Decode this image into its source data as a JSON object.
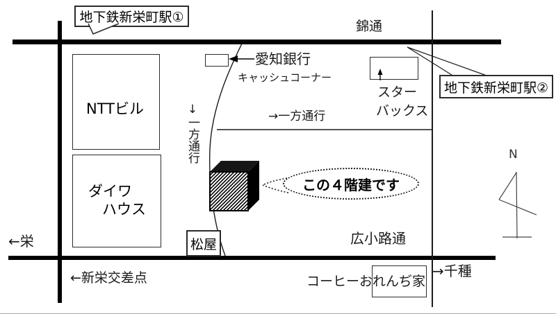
{
  "labels": {
    "station1": "地下鉄新栄町駅①",
    "station2": "地下鉄新栄町駅②",
    "nishiki_street": "錦通",
    "hirokoji_street": "広小路通",
    "aichi_bank": "愛知銀行",
    "cash_corner": "キャッシュコーナー",
    "starbucks_line1": "スター",
    "starbucks_line2": "バックス",
    "ntt_building": "NTTビル",
    "daiwa_line1": "ダイワ",
    "daiwa_line2": "ハウス",
    "one_way_vertical": "↓一方通行",
    "one_way_horizontal": "→一方通行",
    "callout_4story": "この４階建です",
    "matsuya": "松屋",
    "coffee_shop": "コーヒーおれんぢ家",
    "sakae_direction": "←栄",
    "chikusa_direction": "→千種",
    "shinsakae_crossing": "←新栄交差点",
    "compass_north": "N"
  },
  "colors": {
    "ink": "#000000",
    "paper": "#ffffff"
  }
}
